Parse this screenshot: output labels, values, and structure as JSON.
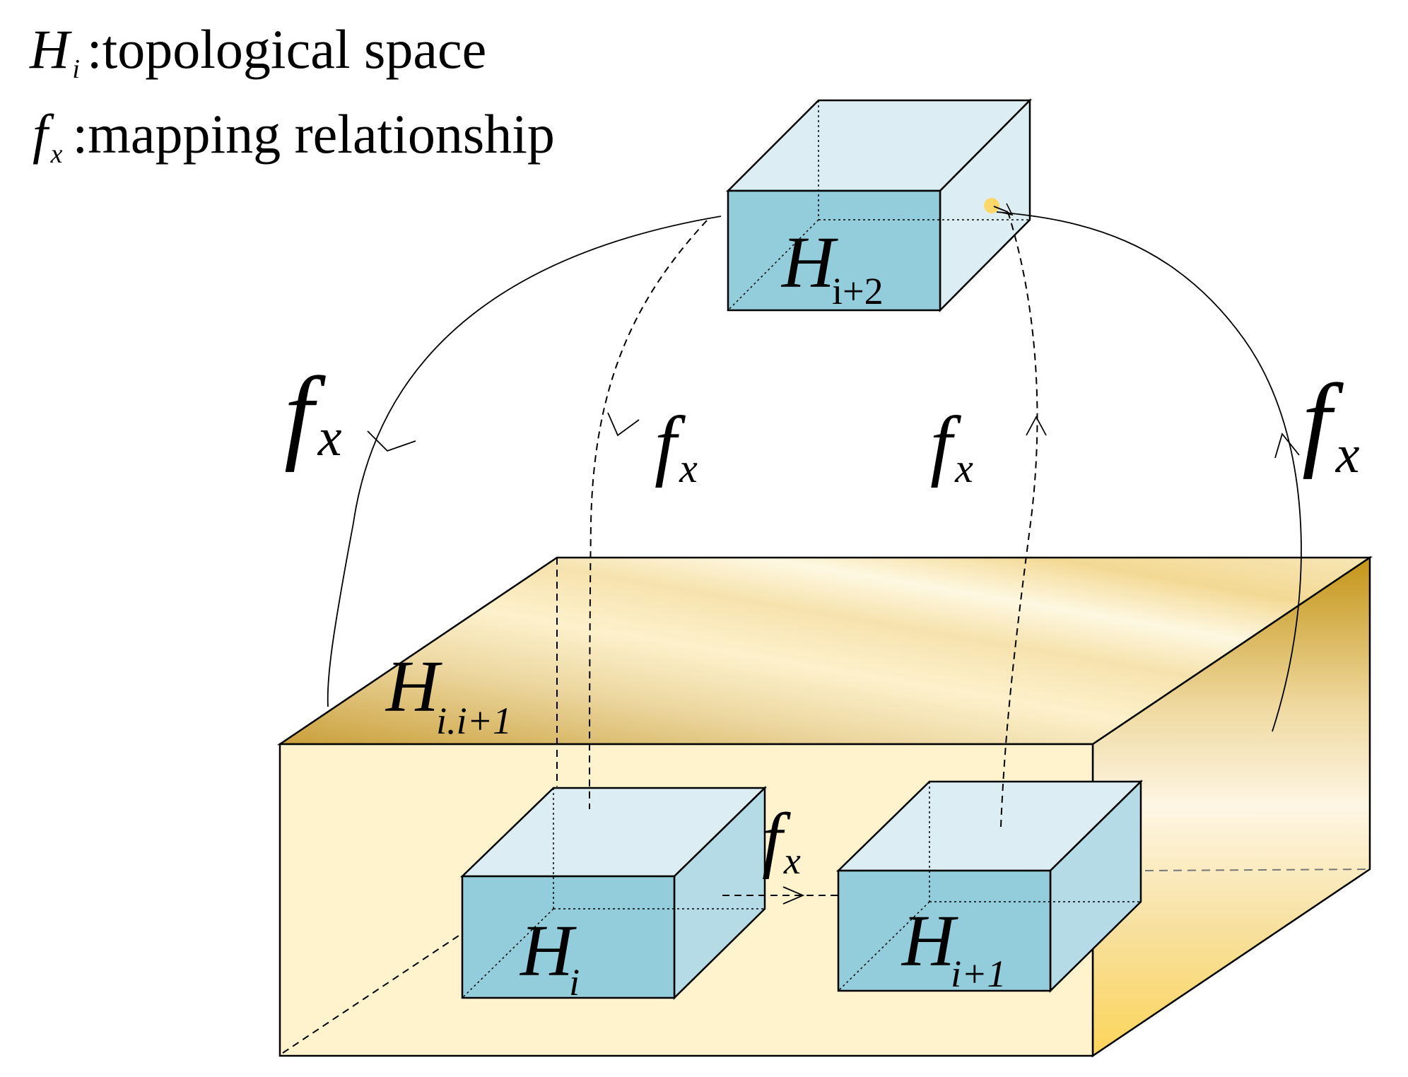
{
  "legend": {
    "items": [
      {
        "symbol": "H",
        "subscript": "i",
        "text": ":topological space"
      },
      {
        "symbol": "f",
        "subscript": "x",
        "text": ":mapping relationship"
      }
    ]
  },
  "spaces": {
    "outer": {
      "symbol": "H",
      "subscript": "i.i+1",
      "color": "#fef3cc"
    },
    "top": {
      "symbol": "H",
      "subscript": "i+2",
      "color": "#93ccdb"
    },
    "left": {
      "symbol": "H",
      "subscript": "i",
      "color": "#93ccdb"
    },
    "right": {
      "symbol": "H",
      "subscript": "i+1",
      "color": "#93ccdb"
    }
  },
  "mappings": {
    "symbol": "f",
    "subscript": "x",
    "labels": [
      {
        "id": "outer-left",
        "symbol": "f",
        "subscript": "x"
      },
      {
        "id": "inner-left",
        "symbol": "f",
        "subscript": "x"
      },
      {
        "id": "inner-right",
        "symbol": "f",
        "subscript": "x"
      },
      {
        "id": "outer-right",
        "symbol": "f",
        "subscript": "x"
      },
      {
        "id": "between",
        "symbol": "f",
        "subscript": "x"
      }
    ]
  },
  "colors": {
    "cube_front": "#93ccdb",
    "cube_top": "#dcedf3",
    "cube_side": "#b4dbe6",
    "outer_front": "#fef3cc",
    "outer_top_dark": "#c9a442",
    "outer_side_dark": "#c89a1a",
    "point": "#fdd76a"
  }
}
